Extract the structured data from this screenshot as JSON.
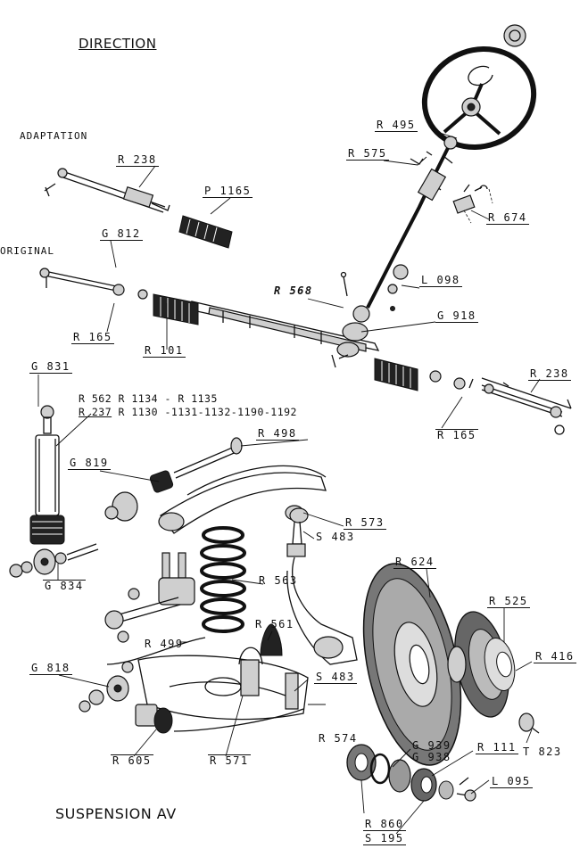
{
  "headings": {
    "direction": "DIRECTION",
    "suspension": "SUSPENSION AV",
    "adaptation": "ADAPTATION",
    "original": "ORIGINAL"
  },
  "notes": {
    "line1": "R 562  R 1134 - R 1135",
    "line2_code": "R 237",
    "line2_rest": " R 1130 -1131-1132-1190-1192"
  },
  "labels": {
    "r495": "R 495",
    "r575": "R 575",
    "r238_top": "R 238",
    "p1165": "P 1165",
    "r674": "R 674",
    "g812": "G 812",
    "l098": "L 098",
    "r568": "R 568",
    "g918": "G 918",
    "r165_left": "R 165",
    "r101": "R 101",
    "g831": "G 831",
    "r238_right": "R 238",
    "r165_right": "R 165",
    "r498": "R 498",
    "g819": "G 819",
    "r573": "R 573",
    "s483_top": "S 483",
    "r624": "R 624",
    "r525": "R 525",
    "g834": "G 834",
    "r563": "R 563",
    "r561": "R 561",
    "r499": "R 499",
    "r416": "R 416",
    "g818": "G 818",
    "s483_bottom": "S 483",
    "r574": "R 574",
    "r605": "R 605",
    "r571": "R 571",
    "g939": "G 939",
    "g938": "G 938",
    "r111": "R 111",
    "t823": "T 823",
    "l095": "L 095",
    "r860": "R 860",
    "s195": "S 195"
  }
}
